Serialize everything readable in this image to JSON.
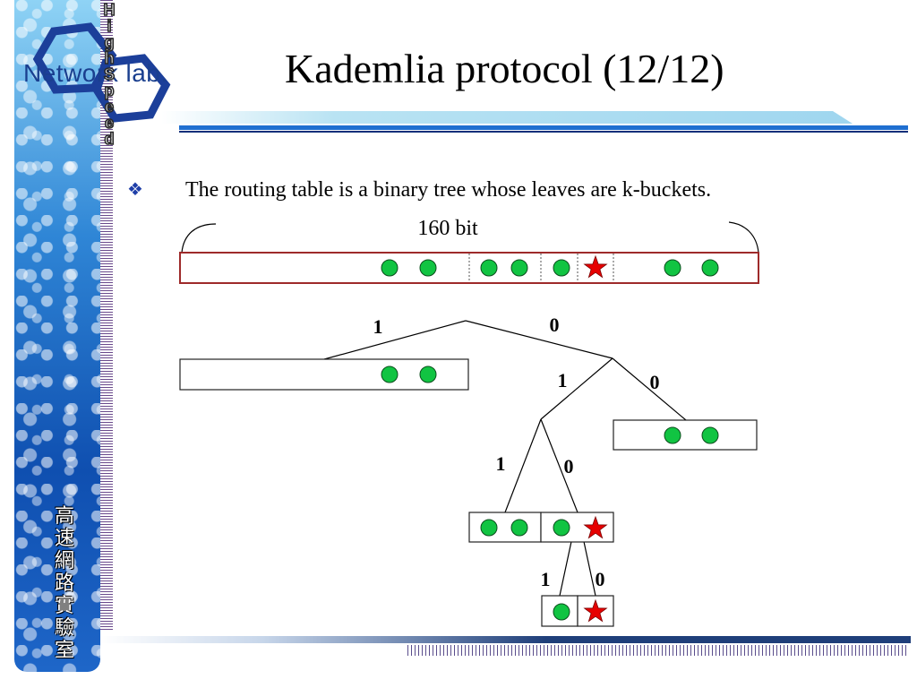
{
  "branding": {
    "logo_text": "Network lab.",
    "vertical_brand": [
      "H",
      "i",
      "g",
      "h",
      "S",
      "p",
      "e",
      "e",
      "d"
    ],
    "vertical_cn": [
      "高",
      "速",
      "網",
      "路",
      "實",
      "驗",
      "室"
    ]
  },
  "slide": {
    "title": "Kademlia protocol (12/12)",
    "bullet_icon": "diamond-bullet-icon",
    "bullet_text": "The routing table is a binary tree whose leaves are k-buckets."
  },
  "diagram": {
    "id_space_label": "160 bit",
    "colors": {
      "node": "#11c442",
      "self": "#e60000",
      "bucket_border_top": "#9e2a2a",
      "bucket_border": "#222222"
    },
    "edge_labels": {
      "root_left": "1",
      "root_right": "0",
      "l2_left": "1",
      "l2_right": "0",
      "l3_left": "1",
      "l3_right": "0",
      "l4_left": "1",
      "l4_right": "0"
    }
  }
}
